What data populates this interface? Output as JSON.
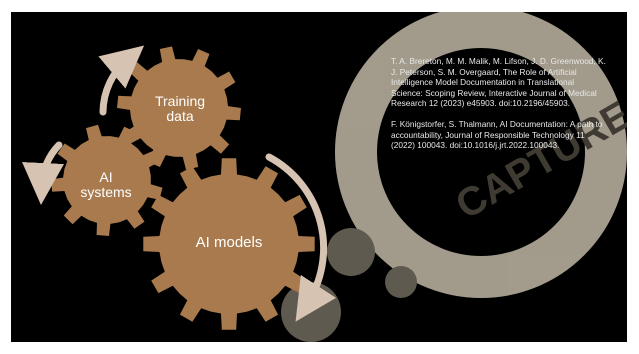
{
  "gears": {
    "training_label": "Training\ndata",
    "systems_label": "AI\nsystems",
    "models_label": "AI models"
  },
  "watermark": {
    "text": "CAPTURE"
  },
  "references": [
    "T. A. Brereton, M. M. Malik, M. Lifson, J. D. Greenwood, K. J. Peterson, S. M. Overgaard, The Role of Artificial Intelligence Model Documentation in Translational Science: Scoping Review, Interactive Journal of Medical Research 12 (2023) e45903. doi:10.2196/45903.",
    "F. Königstorfer, S. Thalmann, AI Documentation: A path to accountability, Journal of Responsible Technology 11 (2022) 100043. doi:10.1016/j.jrt.2022.100043."
  ],
  "colors": {
    "background": "#000000",
    "gear": "#a87a4d",
    "arrow": "#d7c3b2",
    "watermark": "#bfb7a4"
  }
}
